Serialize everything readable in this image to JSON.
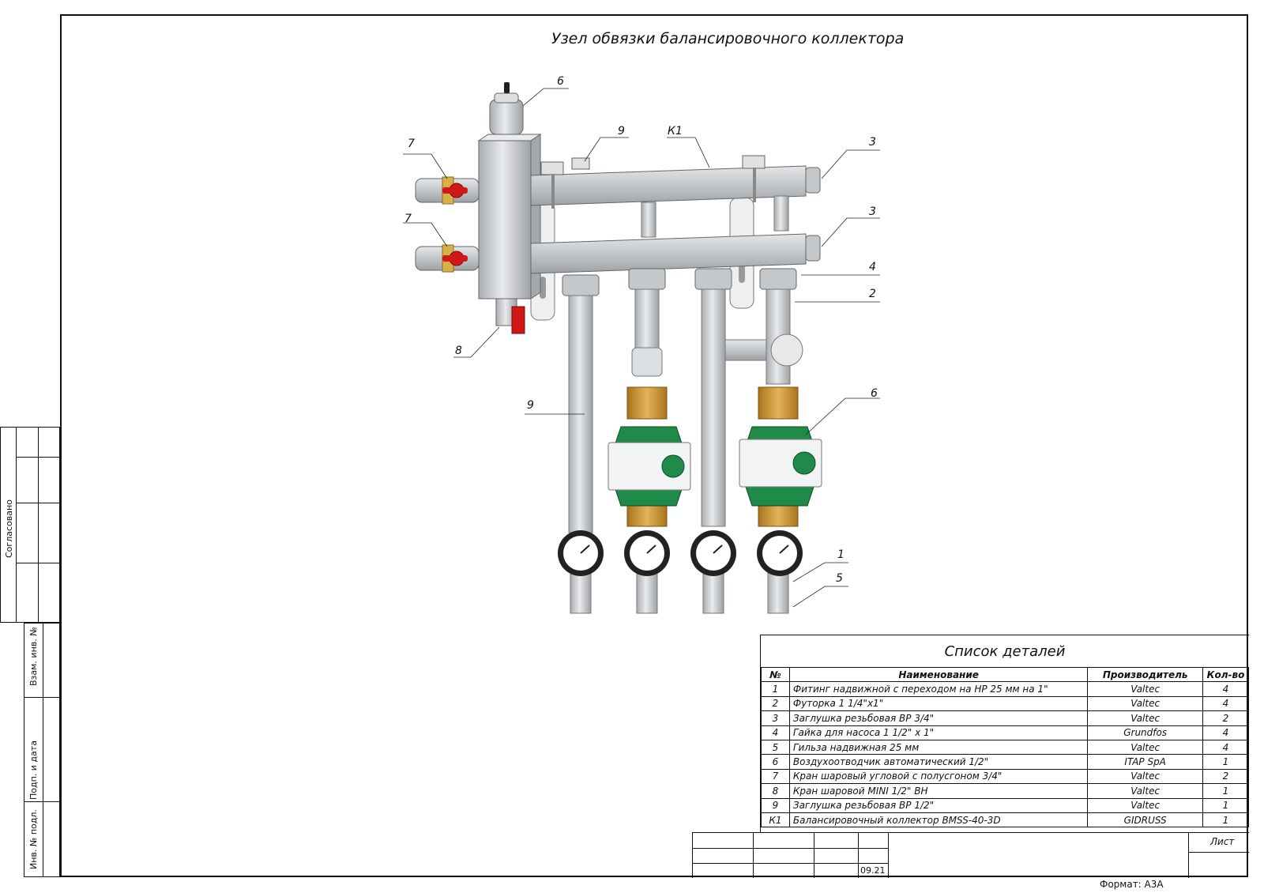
{
  "title": "Узел обвязки балансировочного коллектора",
  "format_label": "Формат: А3А",
  "stamp": {
    "agreed": "Согласовано",
    "replace_inv": "Взам. инв. №",
    "sign_date": "Подп. и дата",
    "inv_sign": "Инв. № подл."
  },
  "callouts": [
    {
      "id": "c6a",
      "text": "6"
    },
    {
      "id": "c7a",
      "text": "7"
    },
    {
      "id": "c7b",
      "text": "7"
    },
    {
      "id": "c9a",
      "text": "9"
    },
    {
      "id": "ck1",
      "text": "К1"
    },
    {
      "id": "c3a",
      "text": "3"
    },
    {
      "id": "c3b",
      "text": "3"
    },
    {
      "id": "c4",
      "text": "4"
    },
    {
      "id": "c2",
      "text": "2"
    },
    {
      "id": "c8",
      "text": "8"
    },
    {
      "id": "c9b",
      "text": "9"
    },
    {
      "id": "c6b",
      "text": "6"
    },
    {
      "id": "c1",
      "text": "1"
    },
    {
      "id": "c5",
      "text": "5"
    }
  ],
  "parts_table": {
    "title": "Список деталей",
    "headers": [
      "№",
      "Наименование",
      "Производитель",
      "Кол-во"
    ],
    "rows": [
      [
        "1",
        "Фитинг надвижной с переходом на НР 25 мм на 1\"",
        "Valtec",
        "4"
      ],
      [
        "2",
        "Футорка 1 1/4\"x1\"",
        "Valtec",
        "4"
      ],
      [
        "3",
        "Заглушка резьбовая ВР 3/4\"",
        "Valtec",
        "2"
      ],
      [
        "4",
        "Гайка для насоса 1 1/2\" x 1\"",
        "Grundfos",
        "4"
      ],
      [
        "5",
        "Гильза надвижная 25 мм",
        "Valtec",
        "4"
      ],
      [
        "6",
        "Воздухоотводчик автоматический 1/2\"",
        "ITAP SpA",
        "1"
      ],
      [
        "7",
        "Кран шаровый угловой с полусгоном 3/4\"",
        "Valtec",
        "2"
      ],
      [
        "8",
        "Кран шаровой MINI 1/2\" ВН",
        "Valtec",
        "1"
      ],
      [
        "9",
        "Заглушка резьбовая ВР 1/2\"",
        "Valtec",
        "1"
      ],
      [
        "К1",
        "Балансировочный коллектор BMSS-40-3D",
        "GIDRUSS",
        "1"
      ]
    ]
  },
  "title_block": {
    "sheet_label": "Лист",
    "date": "09.21"
  },
  "colors": {
    "steel": "#c9cbcd",
    "pump_green": "#1f8a4a",
    "brass": "#c9912e",
    "valve_red": "#d01818"
  }
}
